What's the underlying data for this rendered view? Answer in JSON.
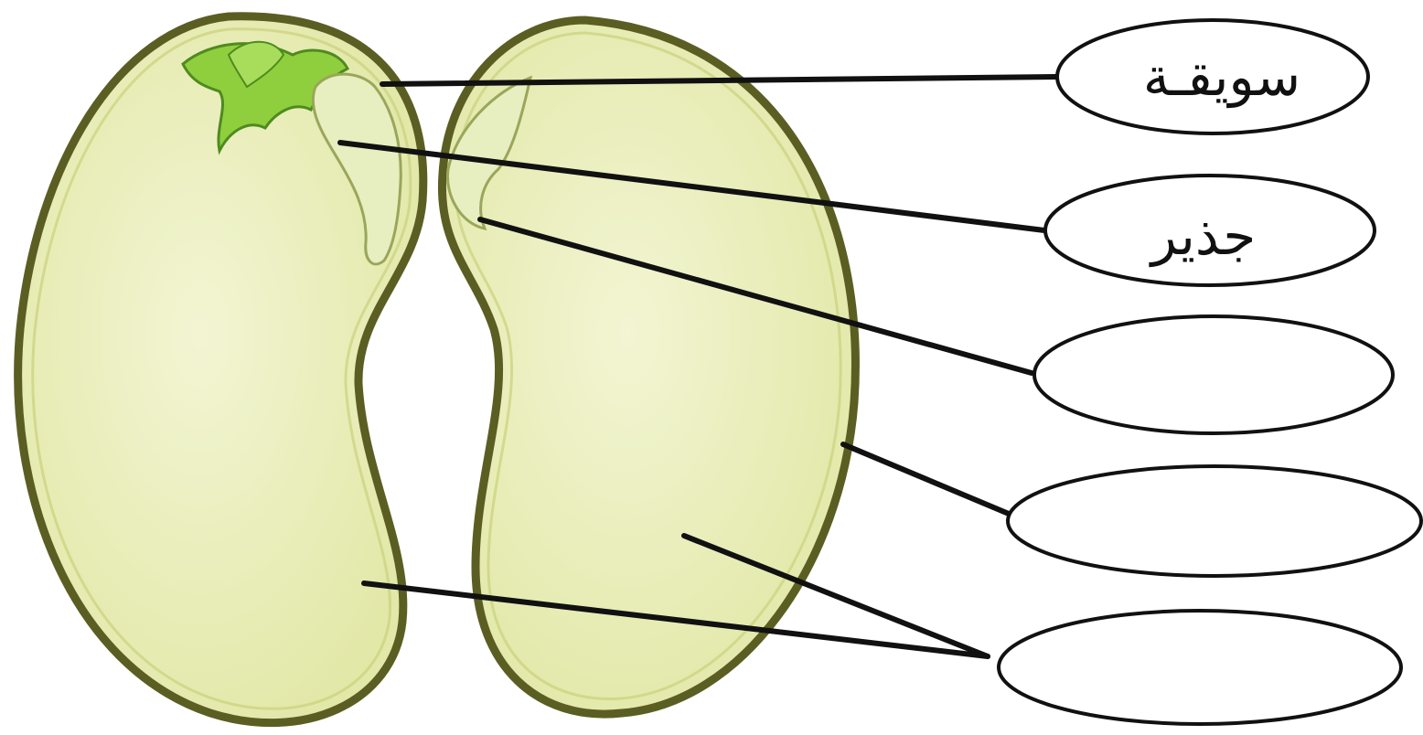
{
  "diagram": {
    "labels": [
      {
        "id": "label-1",
        "text": "سويقـة"
      },
      {
        "id": "label-2",
        "text": "جذير"
      },
      {
        "id": "label-3",
        "text": ""
      },
      {
        "id": "label-4",
        "text": ""
      },
      {
        "id": "label-5",
        "text": ""
      }
    ]
  },
  "colors": {
    "seed_fill": "#eef0c2",
    "seed_outline": "#5b5e22",
    "embryo": "#d8e6a0",
    "leaf": "#8fcf3e",
    "leader_line": "#111111",
    "label_outline": "#111111"
  }
}
